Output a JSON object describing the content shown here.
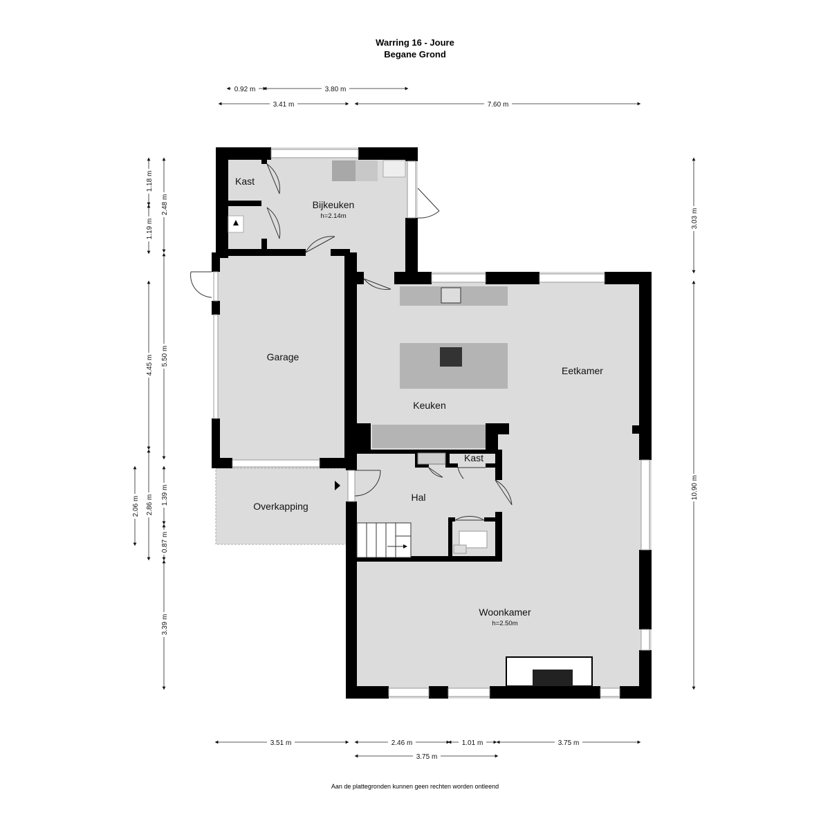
{
  "header": {
    "title": "Warring 16 - Joure",
    "subtitle": "Begane Grond"
  },
  "footer": {
    "disclaimer": "Aan de plattegronden kunnen geen rechten worden ontleend"
  },
  "rooms": {
    "kast_top": "Kast",
    "bijkeuken": "Bijkeuken",
    "bijkeuken_height": "h=2.14m",
    "garage": "Garage",
    "keuken": "Keuken",
    "eetkamer": "Eetkamer",
    "kast_hal": "Kast",
    "hal": "Hal",
    "overkapping": "Overkapping",
    "woonkamer": "Woonkamer",
    "woonkamer_height": "h=2.50m"
  },
  "dimensions": {
    "top": [
      "0.92 m",
      "3.80 m",
      "3.41 m",
      "7.60 m"
    ],
    "bottom": [
      "3.51 m",
      "2.46 m",
      "1.01 m",
      "3.75 m",
      "3.75 m"
    ],
    "left": [
      "1.18 m",
      "2.48 m",
      "1.19 m",
      "4.45 m",
      "5.50 m",
      "2.06 m",
      "2.86 m",
      "1.39 m",
      "0.87 m",
      "3.39 m"
    ],
    "right": [
      "3.03 m",
      "10.90 m"
    ]
  },
  "colors": {
    "wall": "#000000",
    "floor": "#dcdcdc",
    "fixture": "#b4b4b4",
    "window": "#ffffff"
  }
}
